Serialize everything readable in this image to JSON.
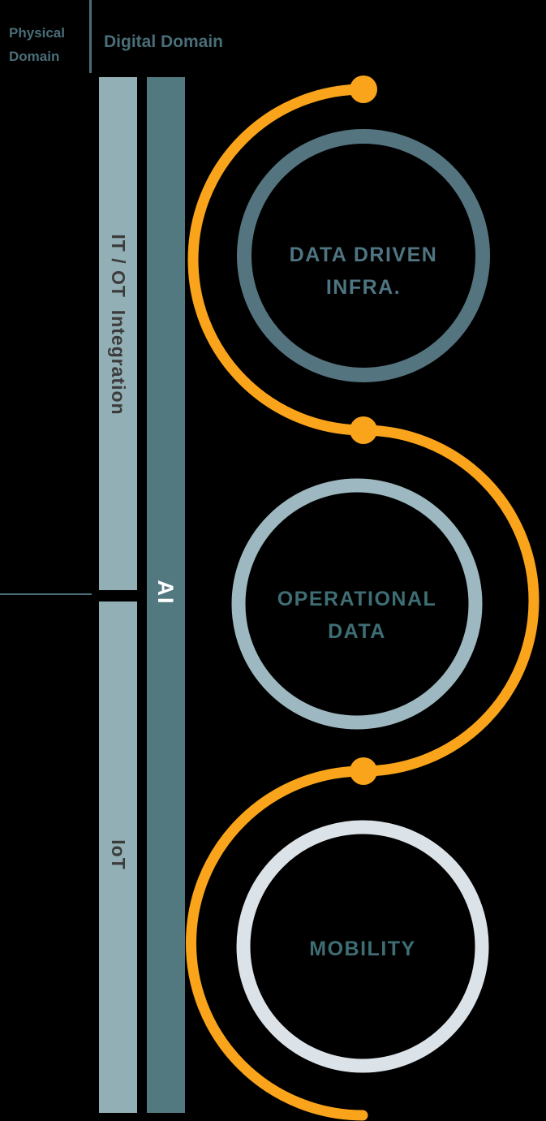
{
  "header": {
    "physical_label": "Physical Domain",
    "digital_label": "Digital Domain"
  },
  "bars": {
    "itot_label": "IT / OT  Integration",
    "iot_label": "IoT",
    "ai_label": "AI"
  },
  "circles": [
    {
      "label": "DATA DRIVEN INFRA."
    },
    {
      "label": "OPERATIONAL DATA"
    },
    {
      "label": "MOBILITY"
    }
  ],
  "colors": {
    "orange": "#FAA41B",
    "bar_light": "#92AFB6",
    "bar_dark": "#527880",
    "ring_1": "#54747F",
    "ring_2": "#9DB8C0",
    "ring_3": "#DCE3E8",
    "label_1": "#4F7482",
    "label_2": "#3E6E74",
    "label_3": "#3E6E74",
    "header_teal": "#4A6E78",
    "bar_text": "#3B3B3B",
    "ai_text": "#FFFFFF"
  }
}
